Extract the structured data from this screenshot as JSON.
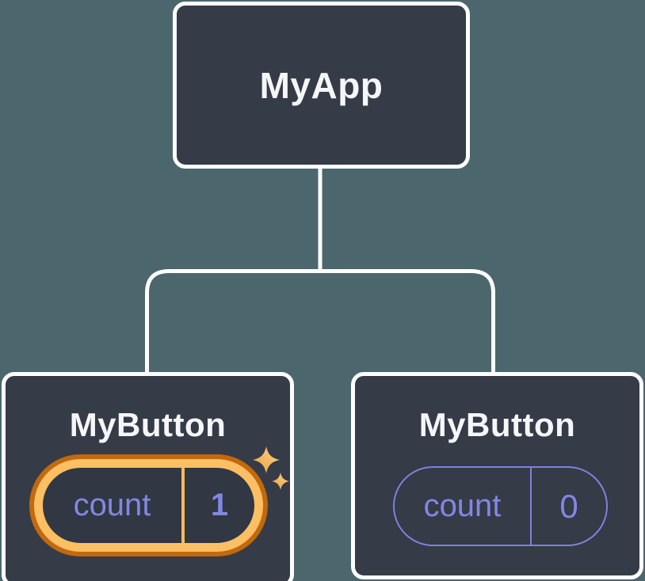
{
  "diagram": {
    "type": "component-tree",
    "root": {
      "label": "MyApp"
    },
    "children": [
      {
        "label": "MyButton",
        "state": {
          "name": "count",
          "value": "1"
        },
        "highlighted": true,
        "badge_icon": "sparkles-icon"
      },
      {
        "label": "MyButton",
        "state": {
          "name": "count",
          "value": "0"
        },
        "highlighted": false
      }
    ]
  },
  "colors": {
    "background": "#4c666e",
    "node_fill": "#353b47",
    "node_border": "#ffffff",
    "title_text": "#f5f6f8",
    "state_text": "#8287e4",
    "state_pill_border": "#7d82dd",
    "highlight_amber": "#fcbf63",
    "highlight_orange": "#c2690f",
    "connector": "#ffffff"
  }
}
